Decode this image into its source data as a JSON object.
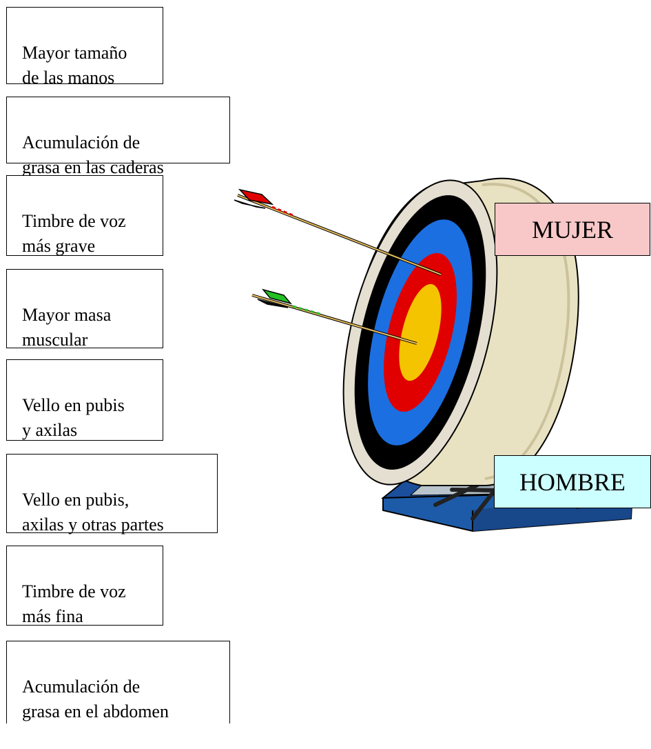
{
  "cards": [
    {
      "text": "Mayor tamaño\nde las manos"
    },
    {
      "text": "Acumulación de\ngrasa en las caderas"
    },
    {
      "text": "Timbre de voz\nmás grave"
    },
    {
      "text": "Mayor masa\nmuscular"
    },
    {
      "text": "Vello en pubis\ny axilas"
    },
    {
      "text": "Vello en pubis,\naxilas y otras partes"
    },
    {
      "text": "Timbre de voz\nmás fina"
    },
    {
      "text": "Acumulación de\ngrasa en el abdomen"
    }
  ],
  "labels": {
    "mujer": "MUJER",
    "hombre": "HOMBRE"
  },
  "colors": {
    "mujer_bg": "#f8c8c8",
    "hombre_bg": "#ccffff",
    "target_face": "#e9e2c2",
    "ring_black": "#000000",
    "ring_blue": "#1c6fe0",
    "ring_red": "#e00000",
    "ring_yellow": "#f5c400",
    "base_blue": "#1b4f9c"
  },
  "icons": {
    "target": "archery-target-icon",
    "arrow": "arrow-icon"
  }
}
